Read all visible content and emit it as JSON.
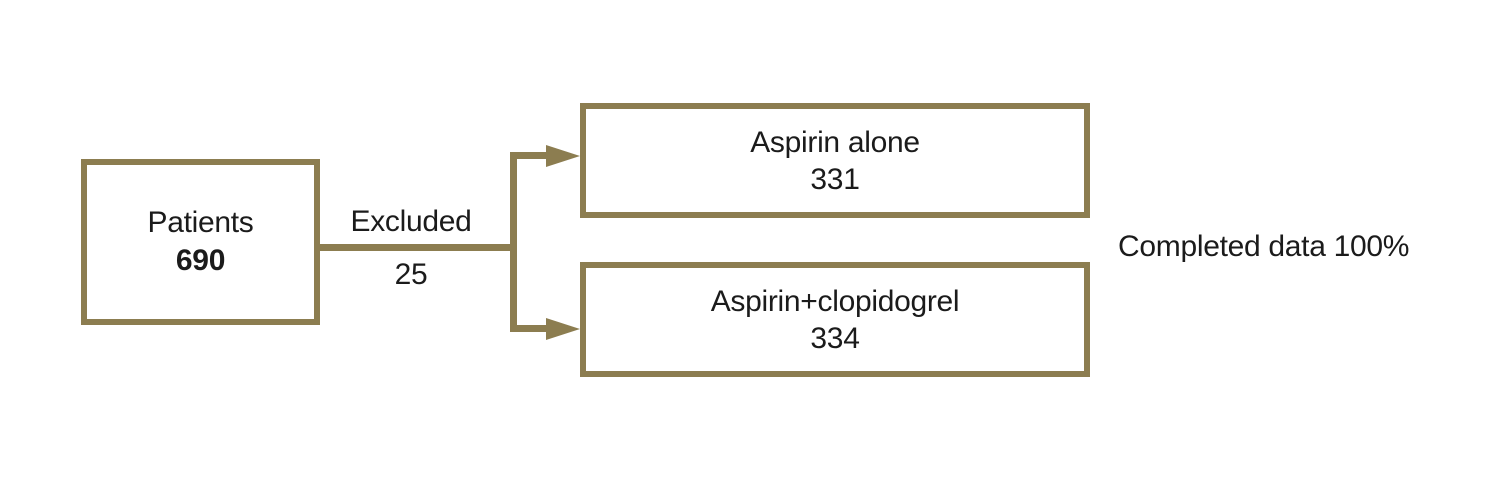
{
  "diagram": {
    "colors": {
      "line": "#8c7d50",
      "text": "#1b1b1b",
      "background": "#ffffff"
    },
    "patients": {
      "label": "Patients",
      "value": "690"
    },
    "excluded": {
      "label": "Excluded",
      "value": "25"
    },
    "branches": [
      {
        "label": "Aspirin alone",
        "value": "331"
      },
      {
        "label": "Aspirin+clopidogrel",
        "value": "334"
      }
    ],
    "annotation": "Completed data 100%"
  }
}
